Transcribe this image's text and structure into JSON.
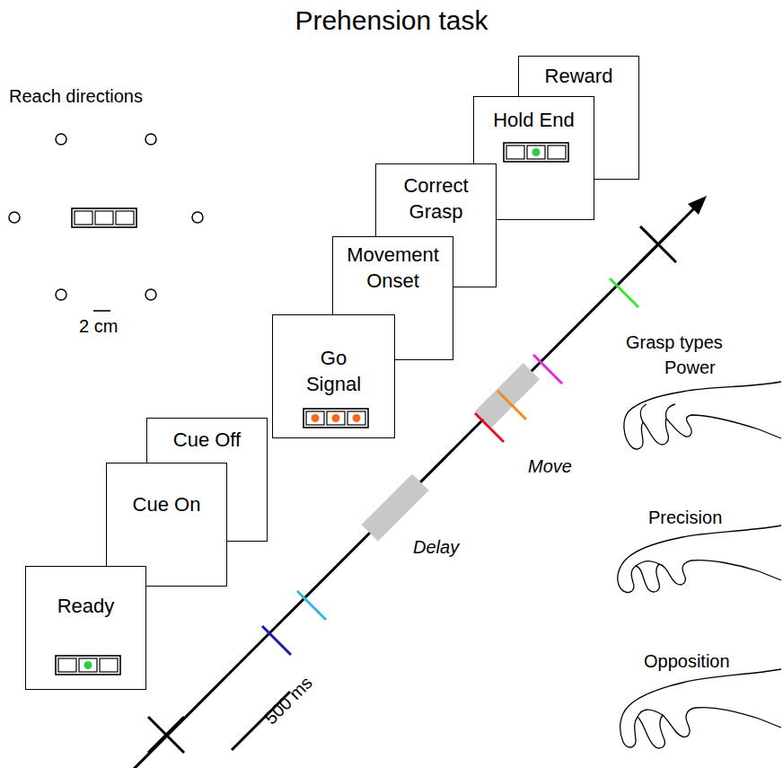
{
  "diagram": {
    "title": "Prehension task",
    "nodes": [
      {
        "text": [
          "Ready"
        ]
      },
      {
        "text": [
          "Cue On"
        ]
      },
      {
        "text": [
          "Cue Off"
        ]
      },
      {
        "text": [
          "Go Signal"
        ]
      },
      {
        "text": [
          "Movement Onset"
        ]
      },
      {
        "text": [
          "Correct Grasp"
        ]
      },
      {
        "text": [
          "Hold End"
        ]
      },
      {
        "text": [
          "Reward"
        ]
      }
    ],
    "labels": [
      "Reach directions",
      "2 cm",
      "Delay",
      "Move",
      "500 ms",
      "Grasp types",
      "Power",
      "Precision",
      "Opposition"
    ]
  }
}
